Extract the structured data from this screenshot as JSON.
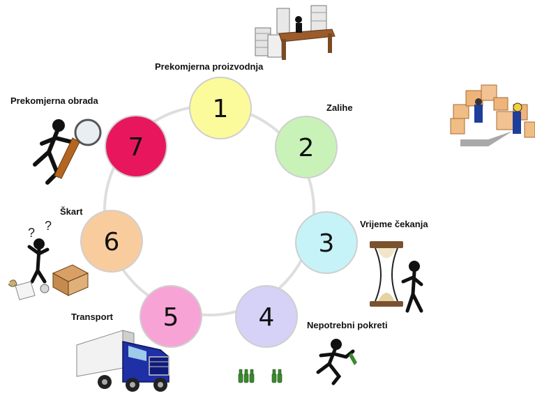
{
  "nodes": [
    {
      "number": "1",
      "label": "Prekomjerna proizvodnja",
      "color": "#fbfb9c"
    },
    {
      "number": "2",
      "label": "Zalihe",
      "color": "#c8f2b8"
    },
    {
      "number": "3",
      "label": "Vrijeme čekanja",
      "color": "#c6f3f7"
    },
    {
      "number": "4",
      "label": "Nepotrebni pokreti",
      "color": "#d6d1f6"
    },
    {
      "number": "5",
      "label": "Transport",
      "color": "#f8a3d6"
    },
    {
      "number": "6",
      "label": "Škart",
      "color": "#f9cc9e"
    },
    {
      "number": "7",
      "label": "Prekomjerna obrada",
      "color": "#e8175d"
    }
  ],
  "ring_color": "#dedede",
  "icons": {
    "overproduction": "desk-with-paper-stacks-icon",
    "inventory": "warehouse-boxes-icon",
    "waiting": "hourglass-person-icon",
    "motion": "running-person-with-bottles-icon",
    "transport": "truck-icon",
    "defects": "confused-person-with-box-icon",
    "overprocessing": "magnifying-glass-person-icon"
  }
}
